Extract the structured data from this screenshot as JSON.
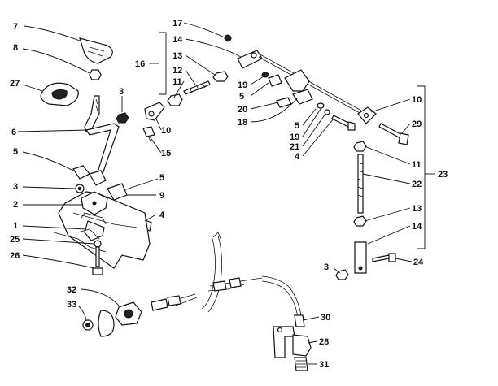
{
  "callouts": {
    "c1": "1",
    "c2": "2",
    "c3a": "3",
    "c3b": "3",
    "c3c": "3",
    "c4a": "4",
    "c4b": "4",
    "c5a": "5",
    "c5b": "5",
    "c5c": "5",
    "c5d": "5",
    "c6": "6",
    "c7": "7",
    "c8": "8",
    "c9": "9",
    "c10a": "10",
    "c10b": "10",
    "c11a": "11",
    "c11b": "11",
    "c12": "12",
    "c13a": "13",
    "c13b": "13",
    "c14a": "14",
    "c14b": "14",
    "c15": "15",
    "c16": "16",
    "c17": "17",
    "c18": "18",
    "c19a": "19",
    "c19b": "19",
    "c20": "20",
    "c21": "21",
    "c22": "22",
    "c23": "23",
    "c24": "24",
    "c25": "25",
    "c26": "26",
    "c27": "27",
    "c28": "28",
    "c29": "29",
    "c30": "30",
    "c31": "31",
    "c32": "32",
    "c33": "33"
  },
  "colors": {
    "ink": "#111111",
    "paper": "#ffffff"
  }
}
